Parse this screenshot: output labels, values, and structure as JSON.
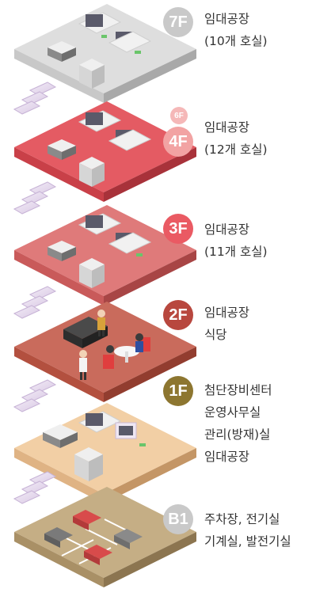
{
  "floors": [
    {
      "badge": "7F",
      "lines": [
        "임대공장",
        "(10개 호실)"
      ],
      "badge_color": "#c9c9c9",
      "slab_color": "#dcdcdc",
      "slab_side": "#b9b9b9"
    },
    {
      "badge": "4F",
      "badge_small": "6F",
      "lines": [
        "임대공장",
        "(12개 호실)"
      ],
      "badge_color": "#f2a3a3",
      "badge_small_color": "#f5b8b8",
      "slab_color": "#e45b63",
      "slab_side": "#b63a42"
    },
    {
      "badge": "3F",
      "lines": [
        "임대공장",
        "(11개 호실)"
      ],
      "badge_color": "#ea5a63",
      "slab_color": "#e0797a",
      "slab_side": "#b94f50"
    },
    {
      "badge": "2F",
      "lines": [
        "임대공장",
        "식당"
      ],
      "badge_color": "#b8473e",
      "slab_color": "#c96b5c",
      "slab_side": "#a14738"
    },
    {
      "badge": "1F",
      "lines": [
        "첨단장비센터",
        "운영사무실",
        "관리(방재)실",
        "임대공장"
      ],
      "badge_color": "#8d7630",
      "slab_color": "#f2cfa5",
      "slab_side": "#d3aa7c"
    },
    {
      "badge": "B1",
      "lines": [
        "주차장, 전기실",
        "기계실, 발전기실"
      ],
      "badge_color": "#c9c9c9",
      "slab_color": "#c3ad86",
      "slab_side": "#9c8760"
    }
  ]
}
